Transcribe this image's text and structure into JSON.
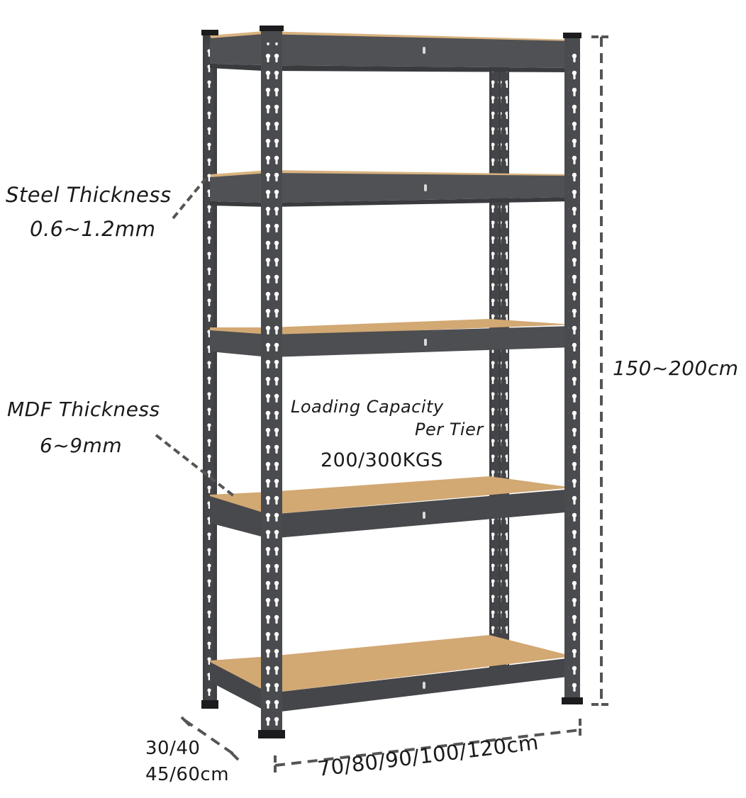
{
  "product": {
    "type": "5-tier boltless steel shelving unit",
    "tiers": 5,
    "colors": {
      "frame": "#4a4b4e",
      "frame_dark": "#3a3b3e",
      "frame_edge": "#2b2c2e",
      "shelf_board": "#d2a873",
      "shelf_board_light": "#e0bc8c",
      "foot": "#1c1c1e",
      "dimension_line": "#555555",
      "text": "#1a1a1a",
      "background": "#ffffff"
    }
  },
  "annotations": {
    "steel_thickness": {
      "title": "Steel Thickness",
      "value": "0.6~1.2mm"
    },
    "mdf_thickness": {
      "title": "MDF Thickness",
      "value": "6~9mm"
    },
    "loading_capacity": {
      "title": "Loading Capacity",
      "subtitle": "Per Tier",
      "value": "200/300KGS"
    },
    "height": {
      "value": "150~200cm"
    },
    "depth": {
      "line1": "30/40",
      "line2": "45/60cm"
    },
    "width": {
      "value": "70/80/90/100/120cm"
    }
  }
}
